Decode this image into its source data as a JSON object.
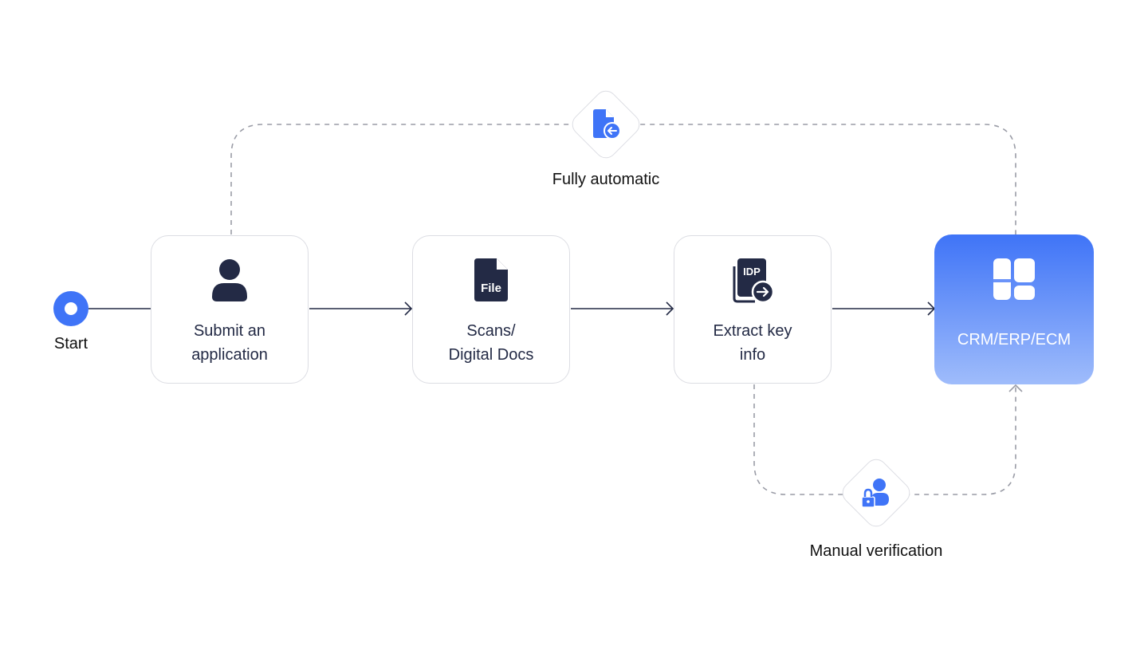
{
  "start": {
    "label": "Start"
  },
  "nodes": {
    "submit": {
      "label": "Submit an\napplication",
      "icon": "user-icon"
    },
    "scans": {
      "label": "Scans/\nDigital Docs",
      "icon": "file-icon",
      "icon_text": "File"
    },
    "extract": {
      "label": "Extract key\ninfo",
      "icon": "idp-icon",
      "icon_text": "IDP"
    },
    "crm": {
      "label": "CRM/ERP/ECM",
      "icon": "grid-icon"
    }
  },
  "paths": {
    "auto": {
      "label": "Fully automatic",
      "icon": "document-arrow-icon"
    },
    "manual": {
      "label": "Manual verification",
      "icon": "user-lock-icon"
    }
  },
  "colors": {
    "accent": "#3f74f7",
    "accent_light": "#9fbcfb",
    "dark": "#232a45",
    "border": "#dcdde3",
    "dash": "#9a9ca6"
  }
}
